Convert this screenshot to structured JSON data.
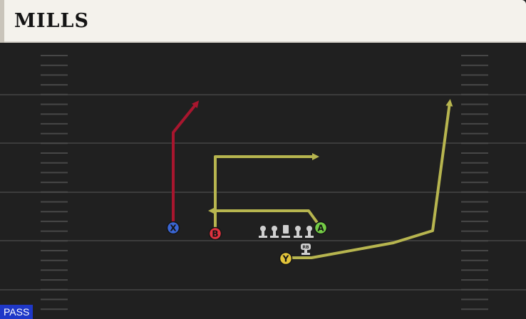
{
  "header": {
    "title": "MILLS"
  },
  "play_type_badge": "PASS",
  "players": {
    "x": {
      "label": "X",
      "color": "#3a66d4"
    },
    "b": {
      "label": "B",
      "color": "#e0323f"
    },
    "a": {
      "label": "A",
      "color": "#74cc46"
    },
    "y": {
      "label": "Y",
      "color": "#e2c43a"
    },
    "rb": {
      "label": "RB"
    }
  },
  "colors": {
    "route_red": "#a8162e",
    "route_yellow": "#b7b54f",
    "field": "#202020",
    "yard_line": "#3c3c3c",
    "hash": "#4a4a4a"
  }
}
